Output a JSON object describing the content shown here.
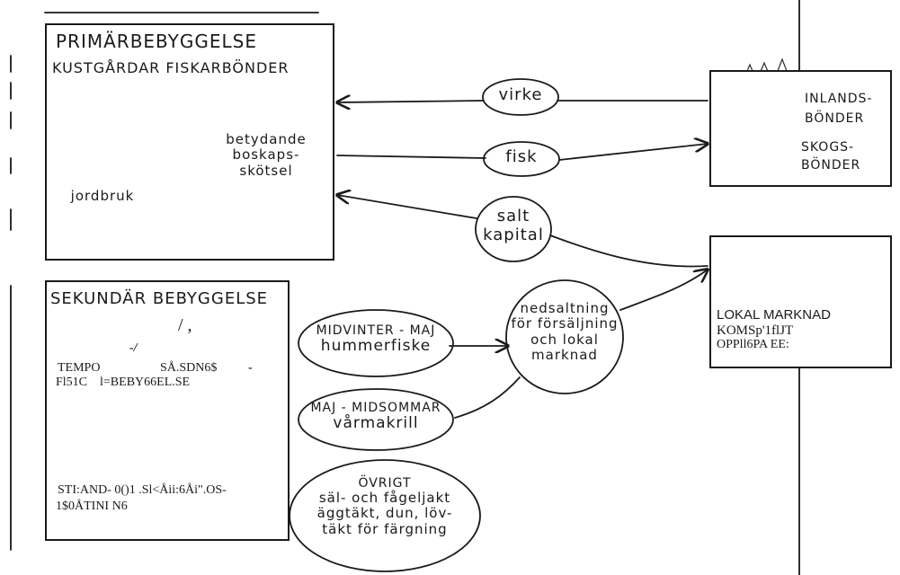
{
  "primary": {
    "title": "PRIMÄRBEBYGGELSE",
    "subtitle": "KUSTGÅRDAR FISKARBÖNDER",
    "bubble_livestock": [
      "betydande",
      "boskaps-",
      "skötsel"
    ],
    "bubble_farming": "jordbruk"
  },
  "flows": {
    "timber": "virke",
    "fish": "fisk",
    "salt_capital": [
      "salt",
      "kapital"
    ]
  },
  "inland": {
    "line1": "INLANDS-",
    "line2": "BÖNDER",
    "line3": "SKOGS-",
    "line4": "BÖNDER"
  },
  "secondary": {
    "title": "SEKUNDÄR BEBYGGELSE",
    "mark1": "/ ,",
    "mark2": "-/",
    "temp_row": [
      "TEMPO",
      "SÅ.SDN6$",
      "-"
    ],
    "temp_row2": "Fl51C    l=BEBY66EL.SE",
    "perm_row1": "STI:AND- 0()1 .Sl<Åii:6Åi\".OS-",
    "perm_row2": "1$0ÅTINI N6"
  },
  "seasons": {
    "winter": [
      "MIDVINTER - MAJ",
      "hummerfiske"
    ],
    "summer": [
      "MAJ - MIDSOMMAR",
      "vårmakrill"
    ],
    "other": [
      "ÖVRIGT",
      "säl- och fågeljakt",
      "äggtäkt, dun, löv-",
      "täkt för färgning"
    ]
  },
  "sales": [
    "nedsaltning",
    "för försäljning",
    "och lokal",
    "marknad"
  ],
  "market": {
    "title": "LOKAL MARKNAD",
    "line2": "KOMSp'1flJT",
    "line3": "OPPll6PA EE:"
  }
}
